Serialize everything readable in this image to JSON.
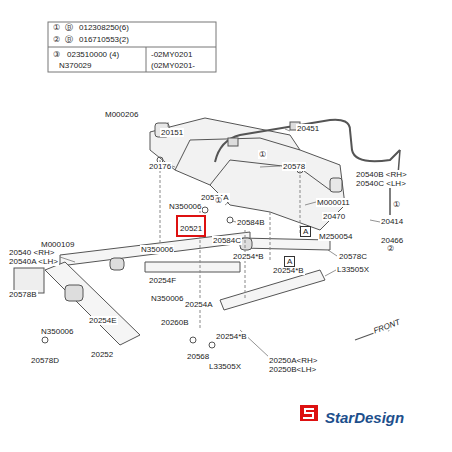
{
  "diagram": {
    "nodes": [
      {
        "text": [
          "20521"
        ]
      }
    ],
    "edges": [],
    "labels": [
      "①",
      "Ⓑ",
      "012308250(6)",
      "②",
      "Ⓑ",
      "016710553(2)",
      "③",
      "023510000 (4)",
      "-02MY0201",
      "N370029",
      "(02MY0201-",
      "M000206",
      "20151",
      "20176",
      "20578",
      "20451",
      "20540B <RH>",
      "20540C <LH>",
      "20584A",
      "N350006",
      "20584B",
      "M000011",
      "20470",
      "20414",
      "A",
      "M250054",
      "20466",
      "20584C",
      "20540 <RH>",
      "20540A <LH>",
      "M000109",
      "20578B",
      "N350006",
      "20254F",
      "20254*B",
      "20578C",
      "L33505X",
      "20254*B",
      "N350006",
      "20254A",
      "20260B",
      "20254E",
      "N350006",
      "20252",
      "20578D",
      "20568",
      "20254*B",
      "L33505X",
      "20250A<RH>",
      "20250B<LH>",
      "A",
      "①",
      "①",
      "①",
      "②",
      "FRONT",
      "StarDesign"
    ]
  }
}
